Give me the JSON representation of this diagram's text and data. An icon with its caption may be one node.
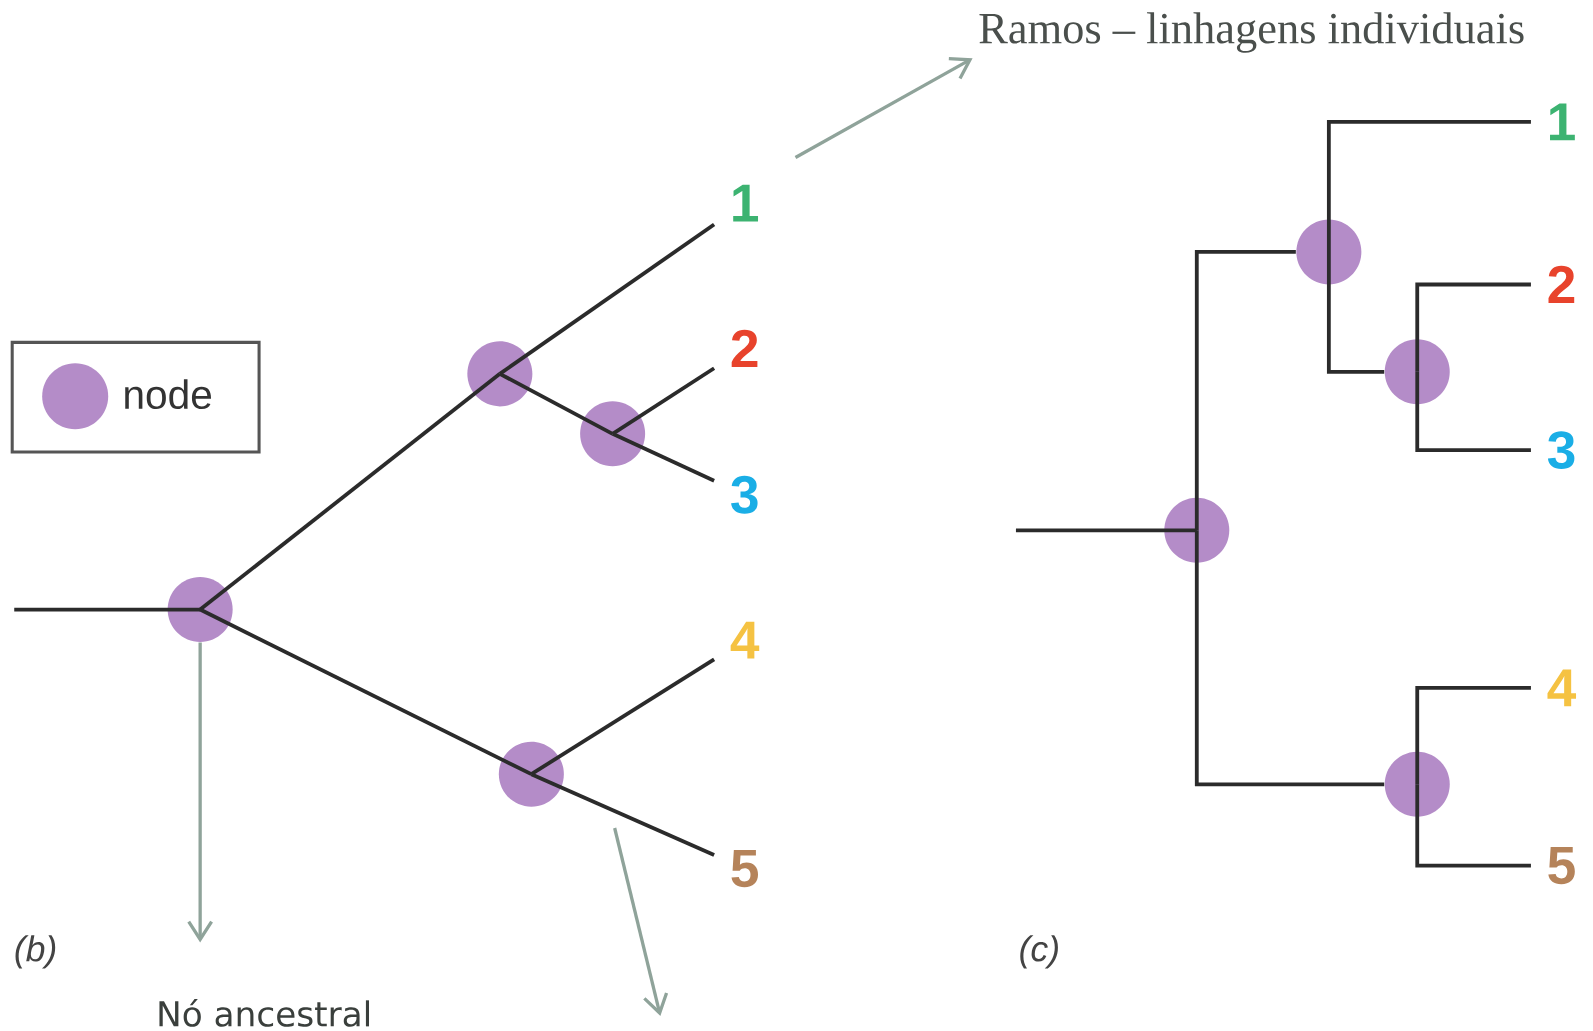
{
  "diagram": {
    "nodes": [
      {
        "text": [
          "Ramos – linhagens individuais"
        ]
      },
      {
        "text": [],
        "shape": "circle"
      },
      {
        "text": [],
        "shape": "circle"
      },
      {
        "text": [],
        "shape": "circle"
      },
      {
        "text": [],
        "shape": "circle"
      },
      {
        "text": [
          "1"
        ]
      },
      {
        "text": [
          "2"
        ]
      },
      {
        "text": [
          "3"
        ]
      },
      {
        "text": [
          "4"
        ]
      },
      {
        "text": [
          "5"
        ]
      },
      {
        "text": [
          "Nó ancestral"
        ]
      },
      {
        "text": [],
        "shape": "circle"
      },
      {
        "text": [],
        "shape": "circle"
      },
      {
        "text": [],
        "shape": "circle"
      },
      {
        "text": [],
        "shape": "circle"
      },
      {
        "text": [
          "1"
        ]
      },
      {
        "text": [
          "2"
        ]
      },
      {
        "text": [
          "3"
        ]
      },
      {
        "text": [
          "4"
        ]
      },
      {
        "text": [
          "5"
        ]
      }
    ],
    "edges": [
      {
        "from": null,
        "to": 0,
        "arrow": "to",
        "color": "#8fa39a"
      },
      {
        "from": null,
        "to": 1,
        "arrow": "none"
      },
      {
        "from": 1,
        "to": 2,
        "arrow": "none"
      },
      {
        "from": 2,
        "to": 5,
        "arrow": "none"
      },
      {
        "from": 2,
        "to": 4,
        "arrow": "none"
      },
      {
        "from": 4,
        "to": 6,
        "arrow": "none"
      },
      {
        "from": 4,
        "to": 7,
        "arrow": "none"
      },
      {
        "from": 1,
        "to": 3,
        "arrow": "none"
      },
      {
        "from": 3,
        "to": 8,
        "arrow": "none"
      },
      {
        "from": 3,
        "to": 9,
        "arrow": "none"
      },
      {
        "from": 1,
        "to": 10,
        "arrow": "to",
        "color": "#8fa39a"
      },
      {
        "from": null,
        "to": 11,
        "arrow": "none"
      },
      {
        "from": 11,
        "to": 12,
        "arrow": "none"
      },
      {
        "from": 11,
        "to": 14,
        "arrow": "none"
      },
      {
        "from": 12,
        "to": 15,
        "arrow": "none"
      },
      {
        "from": 12,
        "to": 13,
        "arrow": "none"
      },
      {
        "from": 13,
        "to": 16,
        "arrow": "none"
      },
      {
        "from": 13,
        "to": 17,
        "arrow": "none"
      },
      {
        "from": 14,
        "to": 18,
        "arrow": "none"
      },
      {
        "from": 14,
        "to": 19,
        "arrow": "none"
      }
    ],
    "labels": [
      "(b)",
      "(c)"
    ],
    "legend": [
      {
        "text": "node",
        "color": "#b48cc8"
      }
    ]
  }
}
